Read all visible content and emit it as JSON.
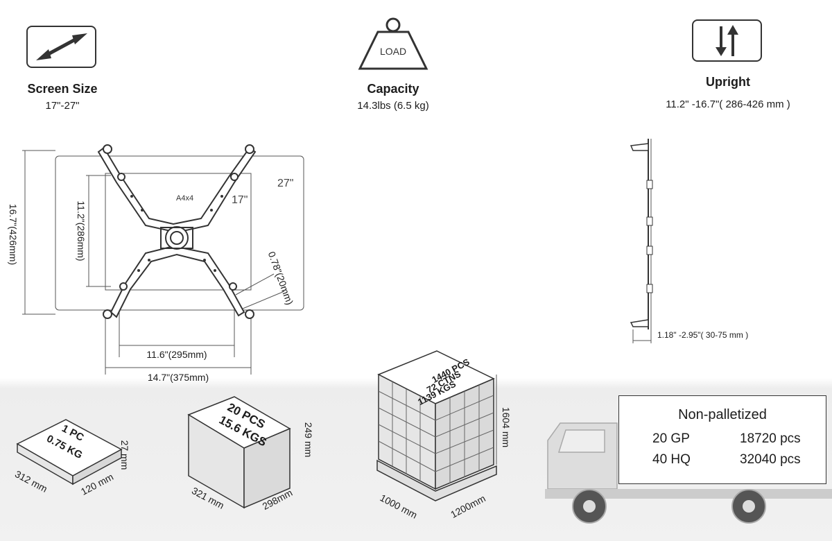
{
  "features": {
    "screen_size": {
      "label": "Screen Size",
      "value": "17\"-27\"",
      "icon": "diagonal-arrow-icon"
    },
    "capacity": {
      "label": "Capacity",
      "value": "14.3lbs (6.5 kg)",
      "icon": "load-weight-icon",
      "icon_text": "LOAD"
    },
    "upright": {
      "label": "Upright",
      "value": "11.2\" -16.7\"( 286-426 mm )",
      "icon": "up-down-arrows-icon"
    }
  },
  "front_view": {
    "size_large": "27\"",
    "size_small": "17\"",
    "screw": "A4x4",
    "height_outer": "16.7\"(426mm)",
    "height_inner": "11.2\"(286mm)",
    "width_inner": "11.6\"(295mm)",
    "width_outer": "14.7\"(375mm)",
    "depth_offset": "0.78\"(20mm)"
  },
  "side_view": {
    "depth": "1.18\" -2.95\"( 30-75 mm )"
  },
  "packaging": {
    "unit": {
      "label1": "1 PC",
      "label2": "0.75 KG",
      "length": "312 mm",
      "width": "120 mm",
      "height": "27 mm"
    },
    "carton": {
      "label1": "20 PCS",
      "label2": "15.6 KGS",
      "length": "321 mm",
      "width": "298mm",
      "height": "249 mm"
    },
    "pallet": {
      "label1": "1440 PCS",
      "label2": "72 CTNS",
      "label3": "1139 KGS",
      "length": "1000 mm",
      "width": "1200mm",
      "height": "1604 mm"
    }
  },
  "shipping": {
    "title": "Non-palletized",
    "rows": [
      {
        "container": "20 GP",
        "qty": "18720 pcs"
      },
      {
        "container": "40 HQ",
        "qty": "32040 pcs"
      }
    ]
  },
  "colors": {
    "ink": "#333333",
    "line": "#555555",
    "box_face": "#e6e6e6"
  }
}
